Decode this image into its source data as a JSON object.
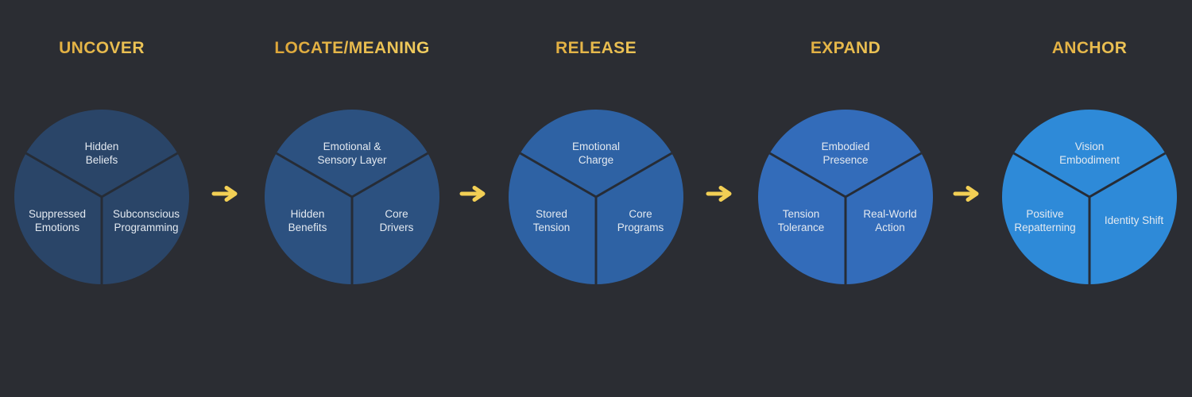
{
  "colors": {
    "background": "#2b2d33",
    "title_gold_dark": "#d89b2e",
    "title_gold_light": "#f7d96b",
    "arrow_yellow": "#f2cf55",
    "divider": "#262c36",
    "label_text": "#e3e9f0",
    "circle_fills": [
      "#2a4568",
      "#2c5180",
      "#2e62a4",
      "#336cba",
      "#2e8ad8"
    ]
  },
  "stages": [
    {
      "title": "UNCOVER",
      "segments": {
        "top": "Hidden\nBeliefs",
        "bottom_left": "Suppressed\nEmotions",
        "bottom_right": "Subconscious\nProgramming"
      }
    },
    {
      "title": "LOCATE/MEANING",
      "segments": {
        "top": "Emotional &\nSensory Layer",
        "bottom_left": "Hidden\nBenefits",
        "bottom_right": "Core\nDrivers"
      }
    },
    {
      "title": "RELEASE",
      "segments": {
        "top": "Emotional\nCharge",
        "bottom_left": "Stored\nTension",
        "bottom_right": "Core\nPrograms"
      }
    },
    {
      "title": "EXPAND",
      "segments": {
        "top": "Embodied\nPresence",
        "bottom_left": "Tension\nTolerance",
        "bottom_right": "Real-World\nAction"
      }
    },
    {
      "title": "ANCHOR",
      "segments": {
        "top": "Vision\nEmbodiment",
        "bottom_left": "Positive\nRepatterning",
        "bottom_right": "Identity Shift"
      }
    }
  ]
}
